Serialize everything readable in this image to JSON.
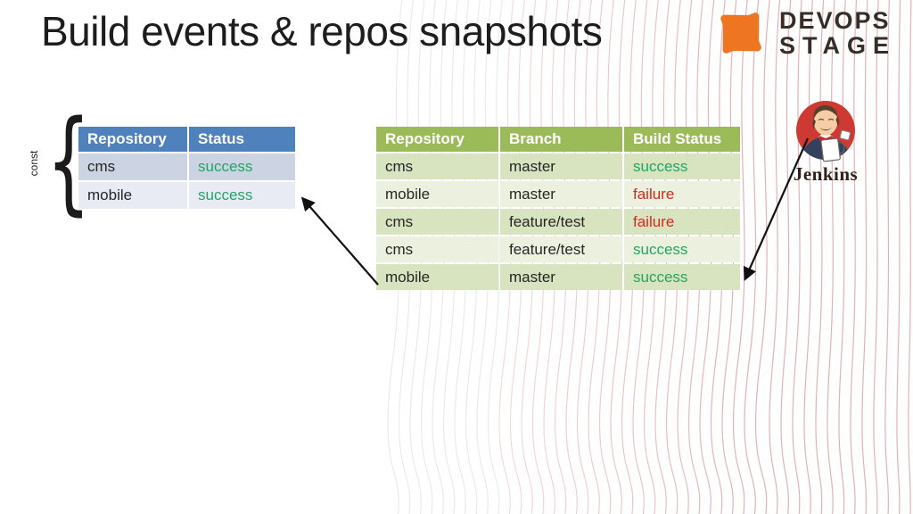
{
  "title": "Build events & repos snapshots",
  "brand": {
    "name_line1": "DEVOPS",
    "name_line2": "STAGE",
    "accent_color": "#ee7623",
    "text_color": "#362d28"
  },
  "annotation": {
    "const_label": "const",
    "brace_glyph": "{"
  },
  "left_table": {
    "headers": [
      "Repository",
      "Status"
    ],
    "header_bg": "#4f81bd",
    "row_bg_odd": "#ccd3e3",
    "row_bg_even": "#e9ebf4",
    "rows": [
      {
        "repository": "cms",
        "status": "success"
      },
      {
        "repository": "mobile",
        "status": "success"
      }
    ]
  },
  "right_table": {
    "headers": [
      "Repository",
      "Branch",
      "Build Status"
    ],
    "header_bg": "#9bbb59",
    "row_bg_odd": "#d8e4c0",
    "row_bg_even": "#ebf1de",
    "rows": [
      {
        "repository": "cms",
        "branch": "master",
        "status": "success"
      },
      {
        "repository": "mobile",
        "branch": "master",
        "status": "failure"
      },
      {
        "repository": "cms",
        "branch": "feature/test",
        "status": "failure"
      },
      {
        "repository": "cms",
        "branch": "feature/test",
        "status": "success"
      },
      {
        "repository": "mobile",
        "branch": "master",
        "status": "success"
      }
    ]
  },
  "status_colors": {
    "success": "#21a664",
    "failure": "#d62a1f"
  },
  "jenkins": {
    "label": "Jenkins"
  },
  "icons": {
    "brand_icon": "devops-stage-pinwheel-icon",
    "jenkins_icon": "jenkins-butler-icon"
  }
}
